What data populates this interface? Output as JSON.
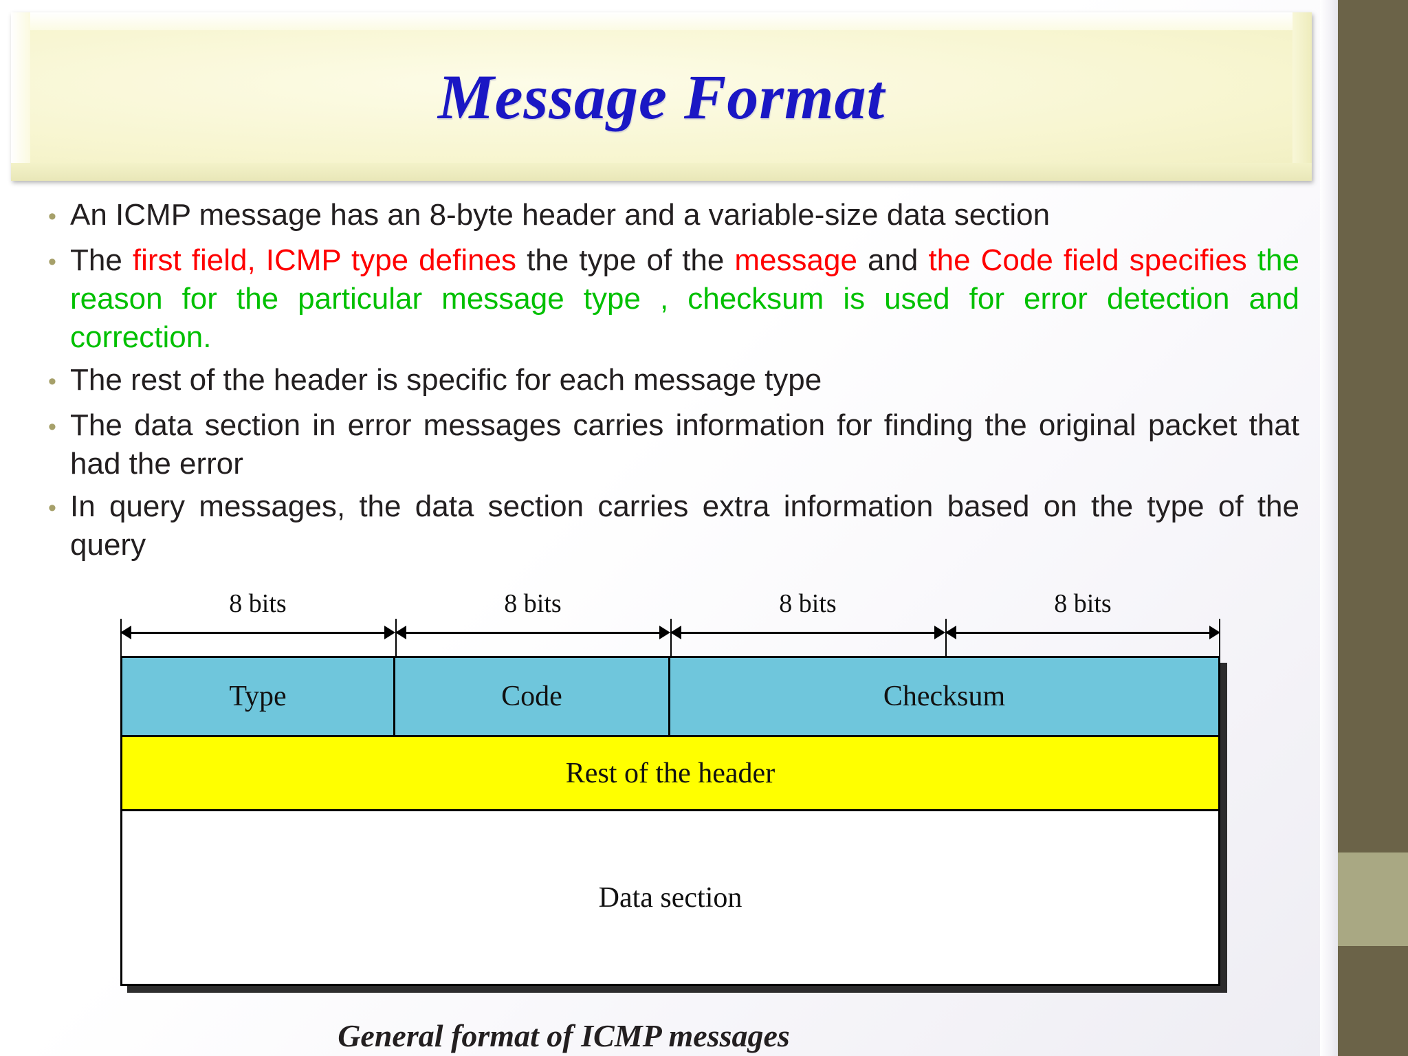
{
  "slide": {
    "title": "Message Format",
    "bullet_marker": "•"
  },
  "bullets": [
    {
      "id": "bullet-1",
      "segments": [
        {
          "text": "An ICMP message has an 8-byte header and a variable-size data section",
          "color": "black"
        }
      ]
    },
    {
      "id": "bullet-2",
      "segments": [
        {
          "text": "The ",
          "color": "black"
        },
        {
          "text": "first field, ICMP type defines",
          "color": "red"
        },
        {
          "text": " the type of the ",
          "color": "black"
        },
        {
          "text": "message",
          "color": "red"
        },
        {
          "text": " and ",
          "color": "black"
        },
        {
          "text": "the Code field specifies",
          "color": "red"
        },
        {
          "text": " ",
          "color": "black"
        },
        {
          "text": "the reason for the particular message type , checksum is used for error detection and correction.",
          "color": "green"
        }
      ]
    },
    {
      "id": "bullet-3",
      "segments": [
        {
          "text": "The rest of the header is specific for each message type",
          "color": "black"
        }
      ]
    },
    {
      "id": "bullet-4",
      "segments": [
        {
          "text": "The data section in error messages carries information for finding the original packet that had the error",
          "color": "black"
        }
      ]
    },
    {
      "id": "bullet-5",
      "segments": [
        {
          "text": "In query messages, the data section carries extra information based on the type of the query",
          "color": "black"
        }
      ]
    }
  ],
  "diagram": {
    "bit_labels": [
      "8 bits",
      "8 bits",
      "8 bits",
      "8 bits"
    ],
    "header_fields": [
      {
        "label": "Type",
        "width_bits": 8
      },
      {
        "label": "Code",
        "width_bits": 8
      },
      {
        "label": "Checksum",
        "width_bits": 16
      }
    ],
    "rest_of_header": "Rest of the header",
    "data_section": "Data section",
    "caption": "General format of ICMP messages",
    "colors": {
      "header_fill": "#6fc6dc",
      "rest_fill": "#ffff00",
      "data_fill": "#ffffff",
      "border": "#000000"
    }
  },
  "decoration": {
    "rail_dark": "#6b6348",
    "rail_light": "#a9a883",
    "banner_fill": "#f7f6d2",
    "title_color": "#1a17c4",
    "bullet_color": "#a6a06a",
    "red": "#ff0000",
    "green": "#00c000"
  }
}
